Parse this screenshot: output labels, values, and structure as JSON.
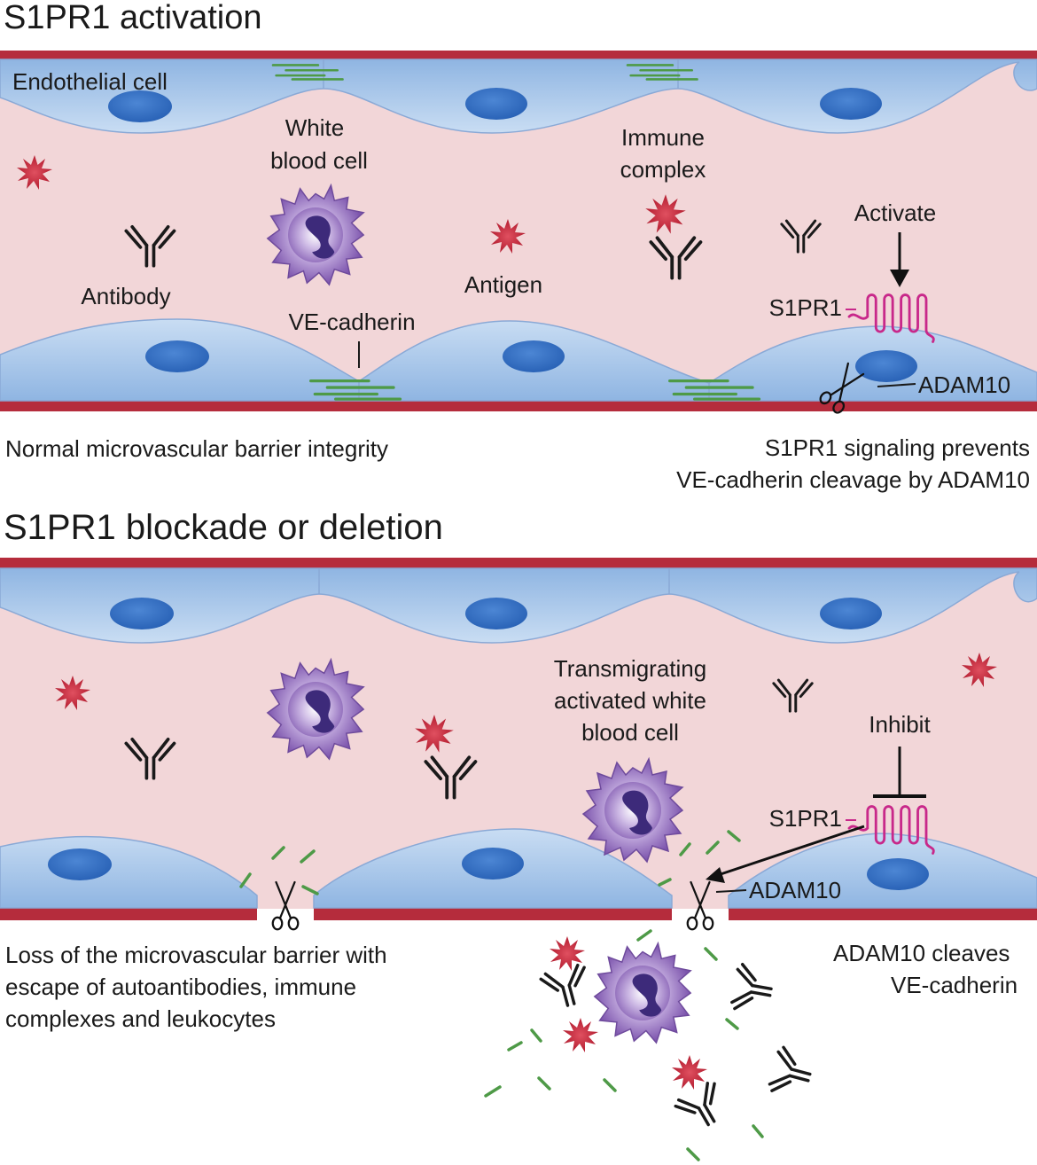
{
  "panel_top": {
    "title": "S1PR1 activation",
    "labels": {
      "endothelial_cell": "Endothelial cell",
      "white_blood_cell_line1": "White",
      "white_blood_cell_line2": "blood cell",
      "immune_complex_line1": "Immune",
      "immune_complex_line2": "complex",
      "activate": "Activate",
      "antibody": "Antibody",
      "antigen": "Antigen",
      "ve_cadherin": "VE-cadherin",
      "s1pr1": "S1PR1",
      "adam10": "ADAM10"
    },
    "caption_left": "Normal microvascular barrier integrity",
    "caption_right_line1": "S1PR1 signaling prevents",
    "caption_right_line2": "VE-cadherin cleavage by ADAM10"
  },
  "panel_bottom": {
    "title": "S1PR1 blockade or deletion",
    "labels": {
      "transmigrating_line1": "Transmigrating",
      "transmigrating_line2": "activated white",
      "transmigrating_line3": "blood cell",
      "inhibit": "Inhibit",
      "s1pr1": "S1PR1",
      "adam10": "ADAM10"
    },
    "caption_left_line1": "Loss of the microvascular barrier with",
    "caption_left_line2": "escape of autoantibodies, immune",
    "caption_left_line3": "complexes and leukocytes",
    "caption_right_line1": "ADAM10 cleaves",
    "caption_right_line2": "VE-cadherin"
  },
  "colors": {
    "vessel_wall": "#b52c3c",
    "lumen": "#f2d6d8",
    "endothelium": "#a9c8ea",
    "nucleus": "#2f6cc0",
    "ve_cadherin": "#4e9a47",
    "antigen": "#c0283a",
    "wbc": "#8b63b5",
    "s1pr1": "#c8288a",
    "antibody": "#1a1a1a"
  },
  "icons": [
    "antigen-icon",
    "antibody-icon",
    "white-blood-cell-icon",
    "s1pr1-receptor-icon",
    "adam10-scissors-icon",
    "ve-cadherin-junction-icon"
  ]
}
